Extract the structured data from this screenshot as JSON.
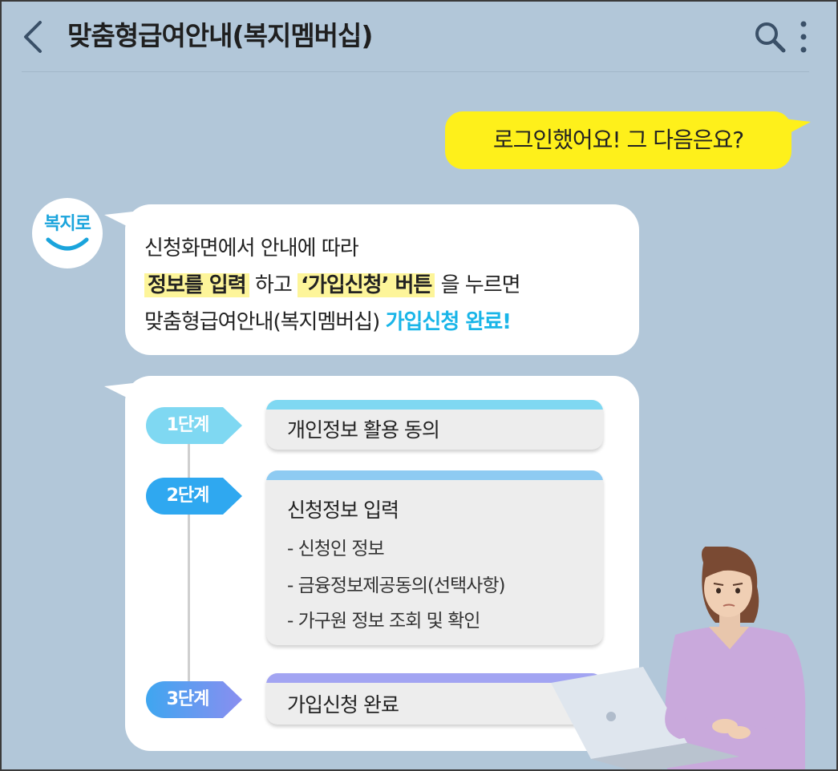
{
  "header": {
    "title": "맞춤형급여안내(복지멤버십)"
  },
  "user_message": {
    "text": "로그인했어요! 그 다음은요?"
  },
  "bot_avatar": {
    "text": "복지로"
  },
  "bot_message": {
    "line1": "신청화면에서 안내에 따라",
    "line2_hl1": "정보를 입력",
    "line2_mid": " 하고 ",
    "line2_hl2": "‘가입신청’ 버튼",
    "line2_end": " 을 누르면",
    "line3_plain": "맞춤형급여안내(복지멤버십) ",
    "line3_accent": "가입신청 완료!"
  },
  "steps": [
    {
      "tag": "1단계",
      "title": "개인정보 활용 동의",
      "items": []
    },
    {
      "tag": "2단계",
      "title": "신청정보 입력",
      "items": [
        "- 신청인 정보",
        "- 금융정보제공동의(선택사항)",
        "- 가구원 정보 조회 및 확인"
      ]
    },
    {
      "tag": "3단계",
      "title": "가입신청 완료",
      "items": []
    }
  ],
  "colors": {
    "background": "#b2c7d9",
    "user_bubble": "#fef01b",
    "highlight": "#fdf59a",
    "accent": "#19b5e8",
    "step1": "#7fd8f2",
    "step2": "#2fa8f0",
    "step3": "#8a8ef0"
  },
  "icons": {
    "back": "chevron-left-icon",
    "search": "search-icon",
    "more": "more-vertical-icon"
  }
}
